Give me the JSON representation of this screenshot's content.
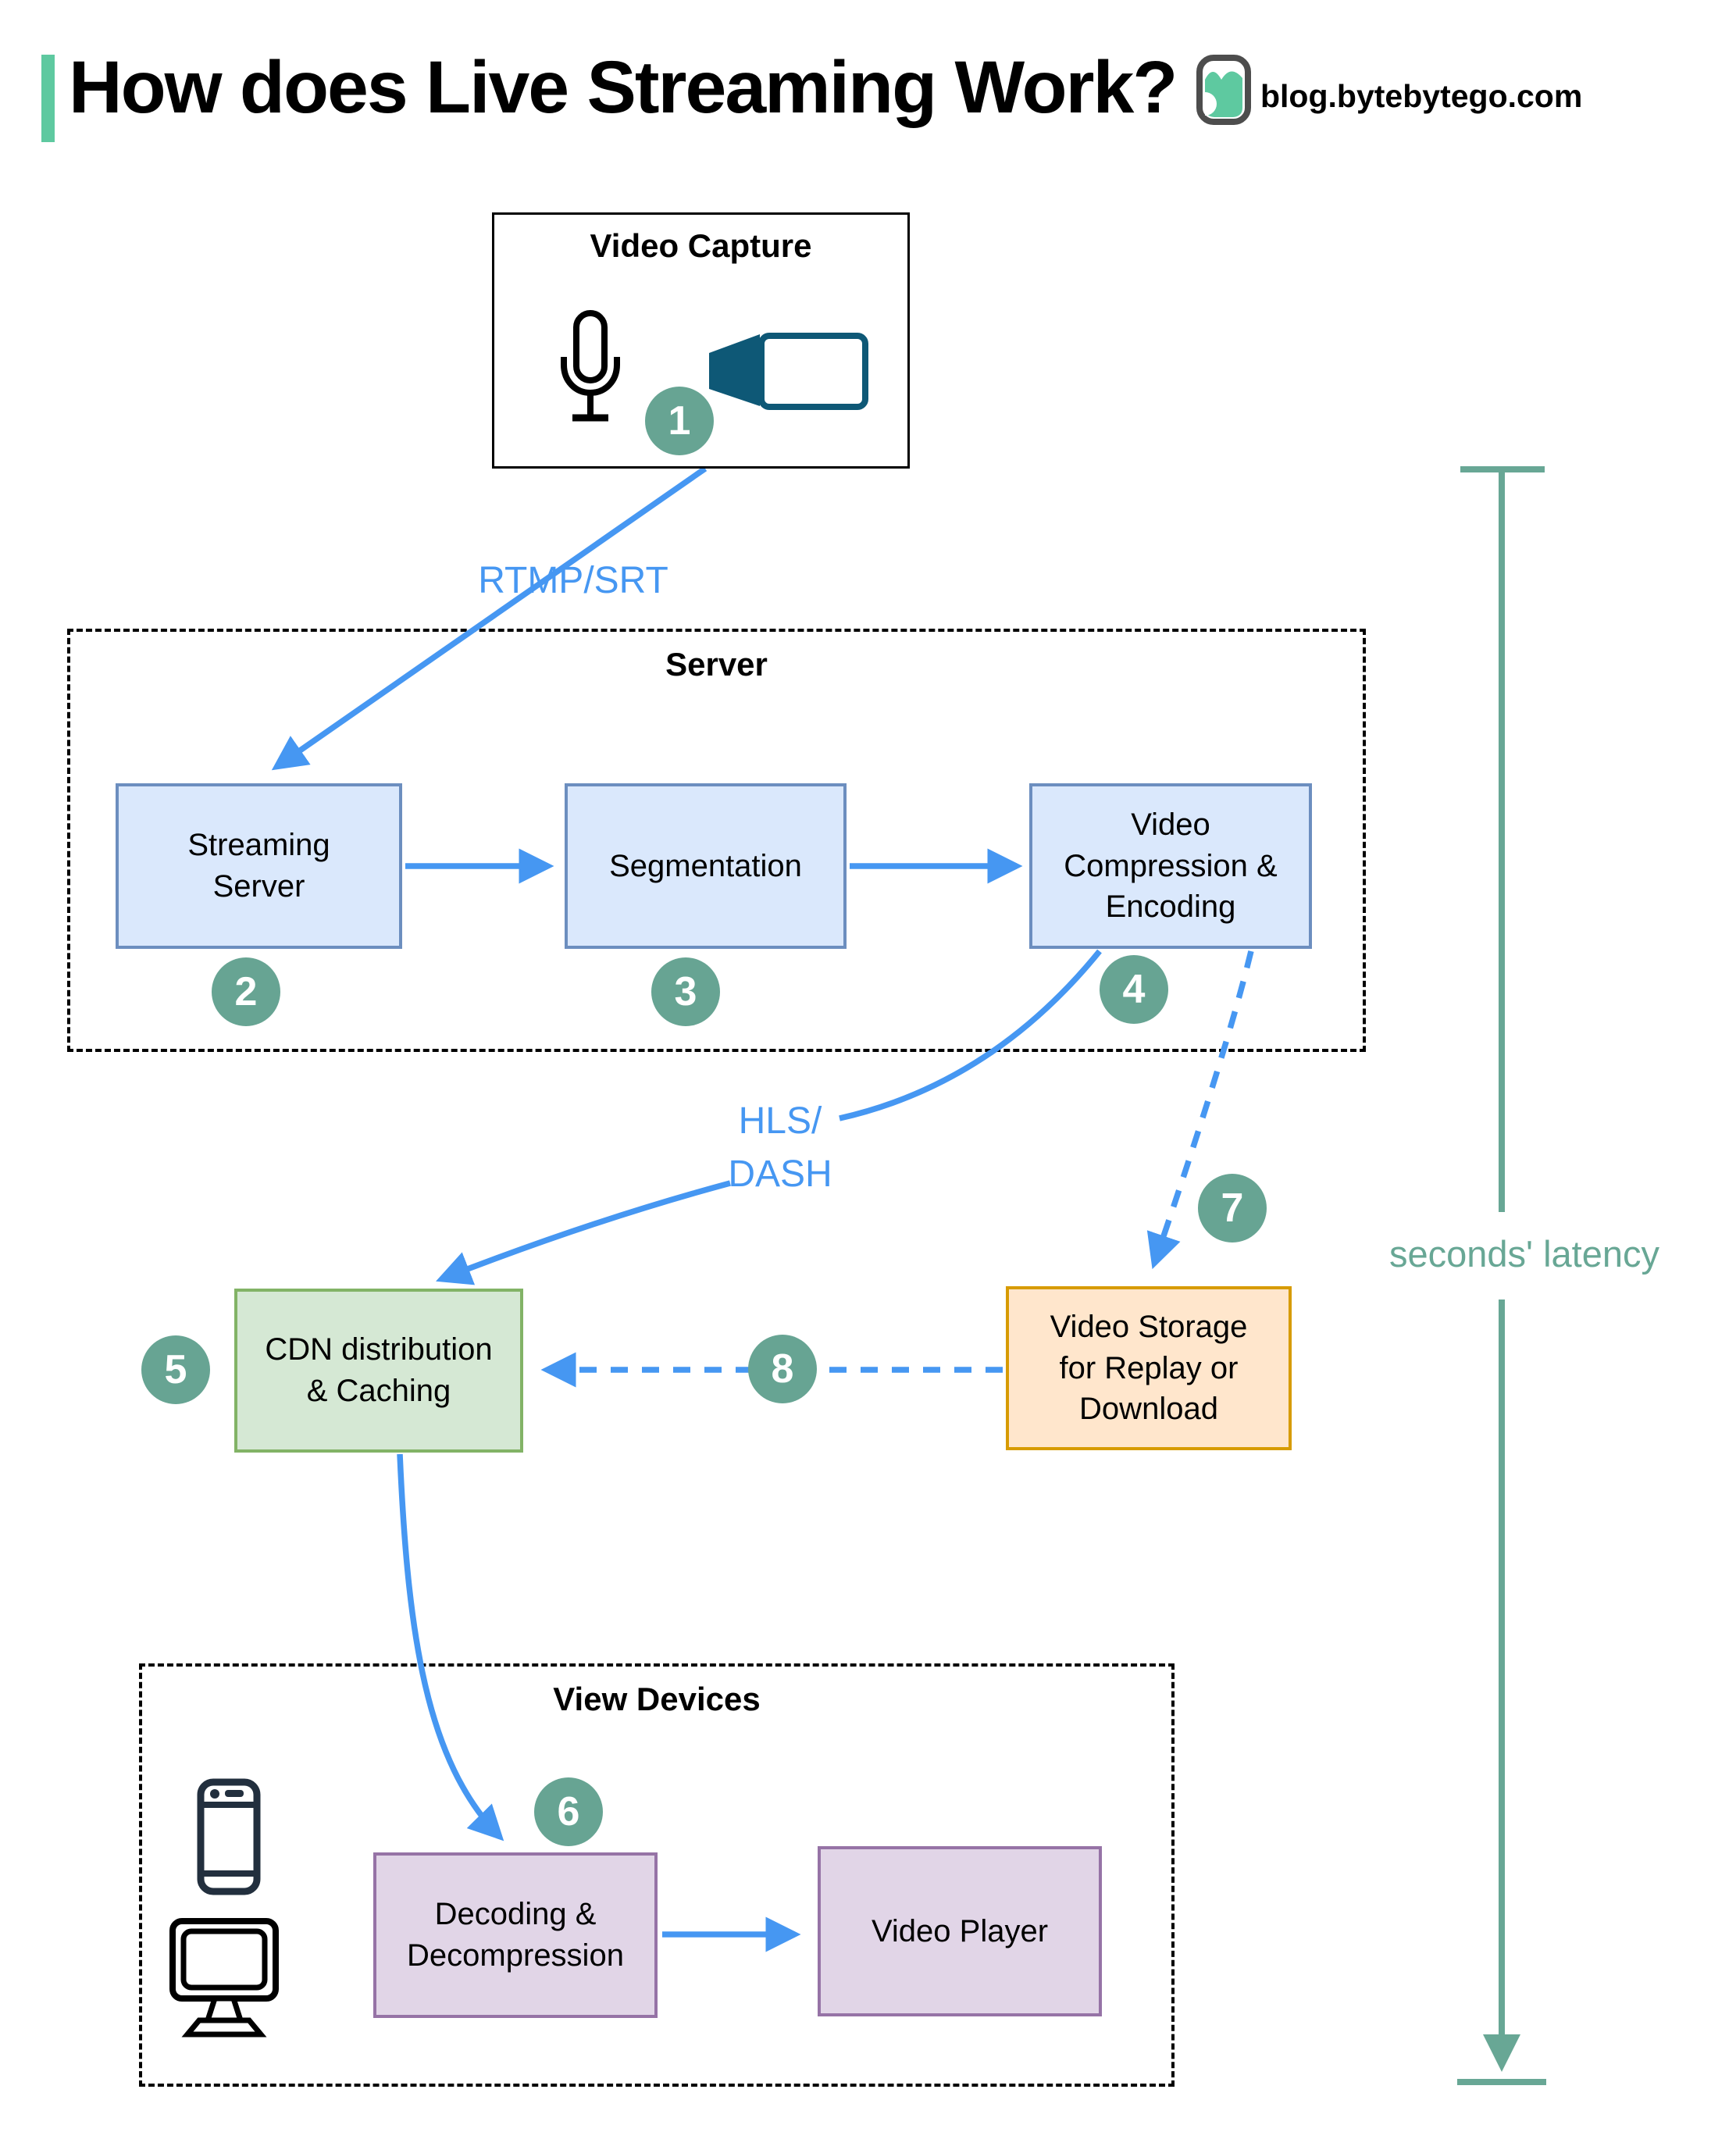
{
  "header": {
    "title": "How does Live Streaming Work?",
    "site": "blog.bytebytego.com"
  },
  "containers": {
    "server": {
      "label": "Server"
    },
    "view_devices": {
      "label": "View Devices"
    }
  },
  "nodes": {
    "video_capture": {
      "label": "Video Capture"
    },
    "streaming_server": {
      "label": "Streaming\nServer"
    },
    "segmentation": {
      "label": "Segmentation"
    },
    "compression": {
      "label": "Video\nCompression &\nEncoding"
    },
    "cdn": {
      "label": "CDN distribution\n& Caching"
    },
    "storage": {
      "label": "Video Storage\nfor Replay or\nDownload"
    },
    "decoding": {
      "label": "Decoding &\nDecompression"
    },
    "video_player": {
      "label": "Video Player"
    }
  },
  "edge_labels": {
    "rtmp": "RTMP/SRT",
    "hls": "HLS/\nDASH",
    "latency": "seconds' latency"
  },
  "steps": {
    "s1": "1",
    "s2": "2",
    "s3": "3",
    "s4": "4",
    "s5": "5",
    "s6": "6",
    "s7": "7",
    "s8": "8"
  },
  "icons": {
    "logo": "bytebytego-owl-logo",
    "microphone": "microphone-icon",
    "camera": "video-camera-icon",
    "phone": "smartphone-icon",
    "monitor": "desktop-monitor-icon"
  },
  "colors": {
    "accent_green": "#5ec9a0",
    "arrow_blue": "#4697f2",
    "latency_teal": "#68a795",
    "step_circle": "#67a493",
    "box_blue_fill": "#dae8fc",
    "box_blue_border": "#6c8ebf",
    "box_green_fill": "#d5e8d4",
    "box_green_border": "#82b366",
    "box_orange_fill": "#ffe6cc",
    "box_orange_border": "#d79b00",
    "box_purple_fill": "#e1d5e7",
    "box_purple_border": "#9673a6",
    "camera_icon": "#0e5876",
    "phone_icon": "#222f3e"
  }
}
